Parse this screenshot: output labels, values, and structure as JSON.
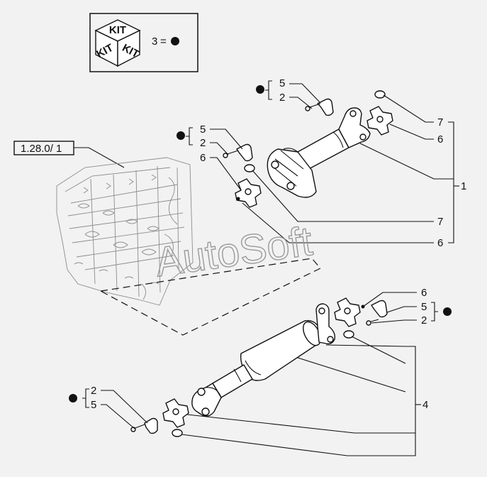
{
  "legend": {
    "kit_letters": "KIT",
    "kit_letters_left": "KIT",
    "kit_letters_right": "KIT",
    "equation_number": "3",
    "equation_sign": "="
  },
  "reference_box": "1.28.0/ 1",
  "watermark": "AutoSoft",
  "callouts": {
    "upper_group": {
      "item_5": "5",
      "item_2": "2"
    },
    "upper_left_group": {
      "item_5": "5",
      "item_2": "2",
      "item_6": "6"
    },
    "upper_right": {
      "item_7": "7",
      "item_6": "6",
      "assembly_1": "1",
      "item_7_b": "7",
      "item_6_b": "6"
    },
    "lower_right_group": {
      "item_6": "6",
      "item_5": "5",
      "item_2": "2",
      "assembly_4": "4"
    },
    "lower_left_group": {
      "item_2": "2",
      "item_5": "5"
    }
  },
  "colors": {
    "line": "#111111",
    "background": "#f2f2f2",
    "watermark": "#9a9a9a",
    "engine": "#8c8c8c"
  }
}
